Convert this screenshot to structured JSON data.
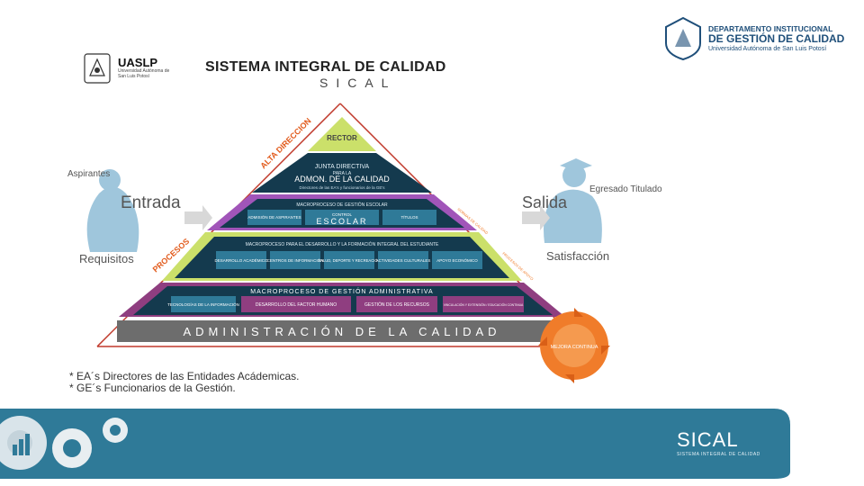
{
  "header": {
    "uaslp_name": "UASLP",
    "uaslp_sub": "Universidad Autónoma de San Luis Potosí",
    "title": "SISTEMA INTEGRAL DE CALIDAD",
    "subtitle": "SICAL",
    "dept_line1": "DEPARTAMENTO INSTITUCIONAL",
    "dept_line2": "DE GESTIÓN DE CALIDAD",
    "dept_line3": "Universidad Autónoma de San Luis Potosí"
  },
  "diagram": {
    "left": {
      "aspirantes": "Aspirantes",
      "entrada": "Entrada",
      "requisitos": "Requisitos",
      "procesos": "PROCESOS",
      "alta_direccion": "ALTA DIRECCION"
    },
    "right": {
      "egresado": "Egresado Titulado",
      "salida": "Salida",
      "satisfaccion": "Satisfacción",
      "mejora": "MEJORA CONTINUA"
    },
    "rector": "RECTOR",
    "junta": {
      "line1": "JUNTA DIRECTIVA",
      "line2": "PARA LA",
      "line3": "ADMON. DE LA CALIDAD",
      "line4": "Directores de las EA's y funcionarios de la GE's"
    },
    "escolar": {
      "header": "MACROPROCESO DE GESTIÓN ESCOLAR",
      "left": "ADMISIÓN DE ASPIRANTES",
      "center_top": "CONTROL",
      "center": "ESCOLAR",
      "right": "TÍTULOS"
    },
    "desarrollo": {
      "header": "MACROPROCESO PARA EL DESARROLLO Y LA FORMACIÓN INTEGRAL DEL ESTUDIANTE",
      "items": [
        "DESARROLLO ACADÉMICO",
        "CENTROS DE INFORMACIÓN",
        "SALUD, DEPORTE Y RECREACIÓN",
        "ACTIVIDADES CULTURALES",
        "APOYO ECONÓMICO"
      ]
    },
    "administrativa": {
      "header": "MACROPROCESO DE GESTIÓN ADMINISTRATIVA",
      "items": [
        "TECNOLOGÍAS DE LA INFORMACIÓN",
        "DESARROLLO DEL FACTOR HUMANO",
        "GESTIÓN DE LOS RECURSOS",
        "VINCULACIÓN Y EXTENSIÓN / EDUCACIÓN CONTINUA"
      ]
    },
    "base": "ADMINISTRACIÓN DE LA CALIDAD",
    "side_upper": "NORMAS DE CALIDAD",
    "side_lower": "PROCESOS DE APOYO"
  },
  "footnotes": [
    "* EA´s Directores de las Entidades Acádemicas.",
    "* GE´s Funcionarios de la Gestión."
  ],
  "footer": {
    "logo": "SICAL",
    "tagline": "SISTEMA INTEGRAL DE CALIDAD"
  },
  "colors": {
    "teal": "#2f7a98",
    "navy": "#143a4e",
    "lime": "#cbe06a",
    "purple": "#a155b9",
    "orange": "#f07c2a",
    "red": "#c0392b"
  }
}
